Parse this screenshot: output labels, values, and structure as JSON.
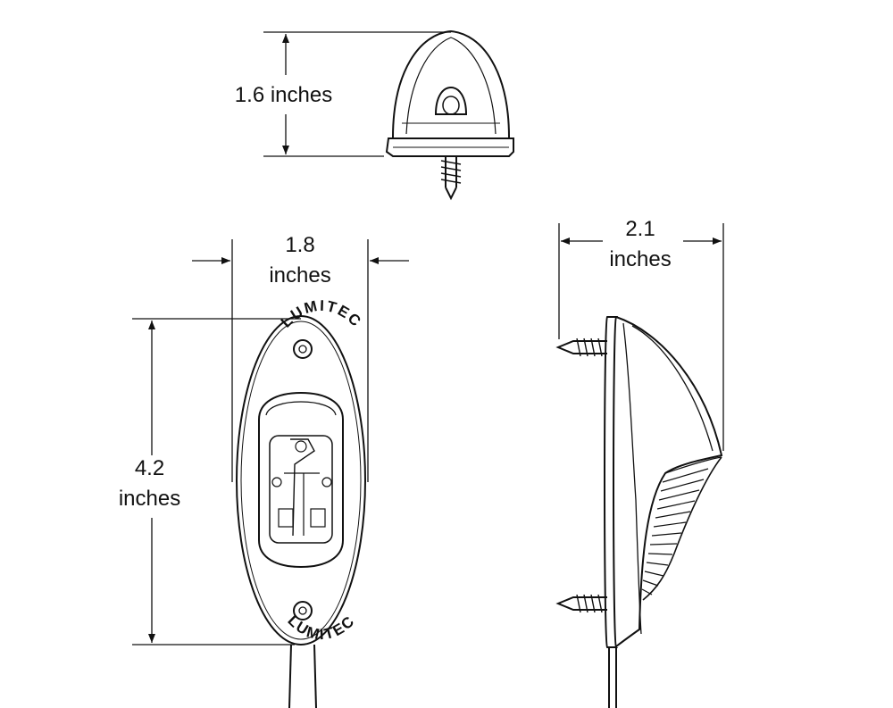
{
  "dimensions": {
    "height": "1.6 inches",
    "width_value": "1.8",
    "width_unit": "inches",
    "length_value": "4.2",
    "length_unit": "inches",
    "depth_value": "2.1",
    "depth_unit": "inches"
  },
  "brand": {
    "top": "LUMITEC",
    "bottom": "LUMITEC"
  },
  "colors": {
    "line": "#111111",
    "background": "#ffffff"
  }
}
